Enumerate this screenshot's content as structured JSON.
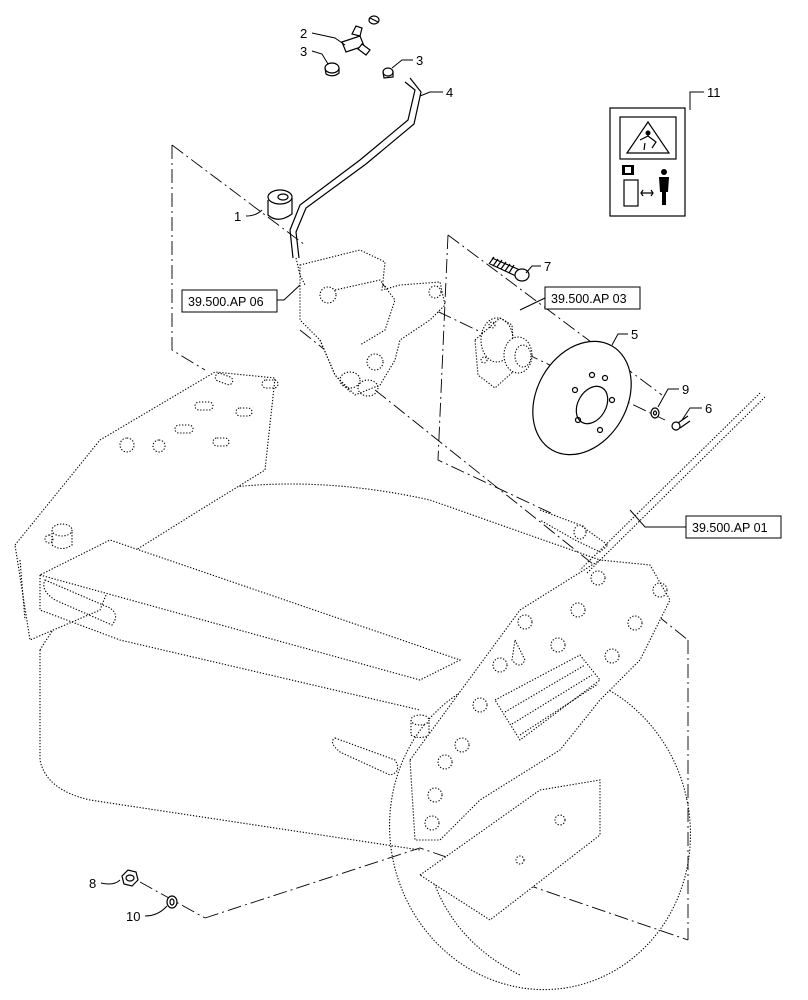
{
  "callouts": [
    {
      "id": "c1",
      "text": "1"
    },
    {
      "id": "c2",
      "text": "2"
    },
    {
      "id": "c3a",
      "text": "3"
    },
    {
      "id": "c3b",
      "text": "3"
    },
    {
      "id": "c4",
      "text": "4"
    },
    {
      "id": "c5",
      "text": "5"
    },
    {
      "id": "c6",
      "text": "6"
    },
    {
      "id": "c7",
      "text": "7"
    },
    {
      "id": "c8",
      "text": "8"
    },
    {
      "id": "c9",
      "text": "9"
    },
    {
      "id": "c10",
      "text": "10"
    },
    {
      "id": "c11",
      "text": "11"
    }
  ],
  "references": [
    {
      "id": "r06",
      "text": "39.500.AP 06"
    },
    {
      "id": "r03",
      "text": "39.500.AP 03"
    },
    {
      "id": "r01",
      "text": "39.500.AP 01"
    }
  ],
  "icons": [
    "warning-decal-icon",
    "manual-book-icon",
    "person-distance-icon"
  ]
}
